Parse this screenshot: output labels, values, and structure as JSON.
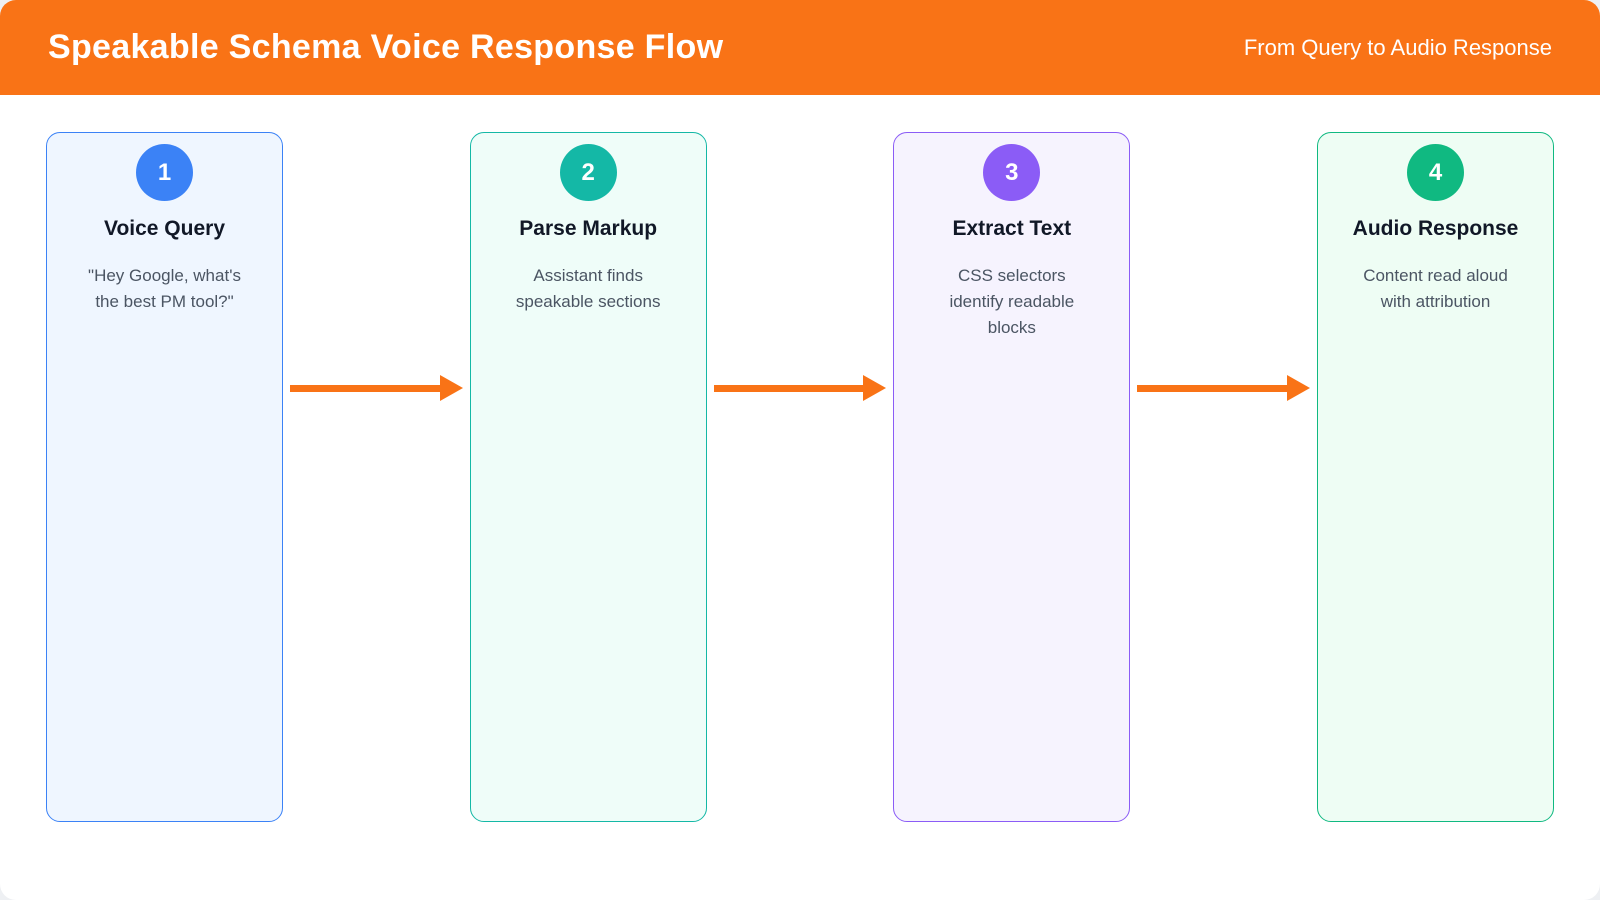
{
  "header": {
    "title": "Speakable Schema Voice Response Flow",
    "subtitle": "From Query to Audio Response",
    "background": "#f97316",
    "text_color": "#ffffff"
  },
  "colors": {
    "arrow": "#f97316",
    "page_background": "#ffffff",
    "title_text": "#111827",
    "body_text": "#4b5563"
  },
  "steps": [
    {
      "number": "1",
      "title": "Voice Query",
      "description": "\"Hey Google, what's the best PM tool?\"",
      "accent": "#3b82f6",
      "background": "#eff6ff"
    },
    {
      "number": "2",
      "title": "Parse Markup",
      "description": "Assistant finds speakable sections",
      "accent": "#14b8a6",
      "background": "#effdf9"
    },
    {
      "number": "3",
      "title": "Extract Text",
      "description": "CSS selectors identify readable blocks",
      "accent": "#8b5cf6",
      "background": "#f6f3fe"
    },
    {
      "number": "4",
      "title": "Audio Response",
      "description": "Content read aloud with attribution",
      "accent": "#10b981",
      "background": "#eefdf4"
    }
  ]
}
